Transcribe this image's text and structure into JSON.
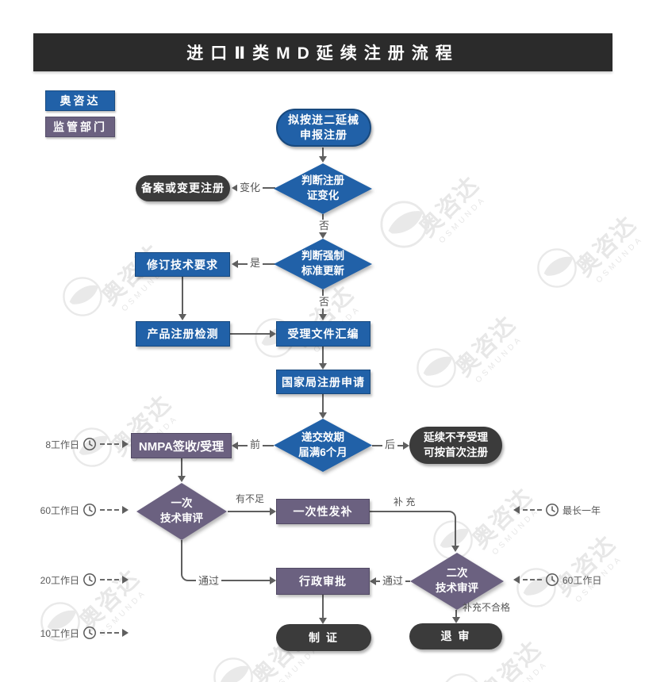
{
  "title": "进口Ⅱ类MD延续注册流程",
  "legend": {
    "osmunda": "奥咨达",
    "regulator": "监管部门"
  },
  "watermark": {
    "text": "奥咨达",
    "subtext": "OSMUNDA"
  },
  "colors": {
    "osmunda_blue": "#2161a8",
    "regulator_purple": "#6b6180",
    "terminal_dark": "#3b3b3b",
    "line_gray": "#5f5f5f",
    "titlebar_dark": "#2b2b2b"
  },
  "nodes": {
    "start": {
      "line1": "拟按进二延械",
      "line2": "申报注册"
    },
    "decide_cert_change": {
      "line1": "判断注册",
      "line2": "证变化"
    },
    "filing_or_change": {
      "label": "备案或变更注册"
    },
    "decide_standard_update": {
      "line1": "判断强制",
      "line2": "标准更新"
    },
    "revise_tech": {
      "label": "修订技术要求"
    },
    "product_test": {
      "label": "产品注册检测"
    },
    "dossier": {
      "label": "受理文件汇编"
    },
    "nmpa_apply": {
      "label": "国家局注册申请"
    },
    "decide_expiry": {
      "line1": "递交效期",
      "line2": "届满6个月"
    },
    "nmpa_accept": {
      "label": "NMPA签收/受理"
    },
    "renewal_rejected": {
      "line1": "延续不予受理",
      "line2": "可按首次注册"
    },
    "first_review": {
      "line1": "一次",
      "line2": "技术审评"
    },
    "supplement": {
      "label": "一次性发补"
    },
    "admin_approval": {
      "label": "行政审批"
    },
    "second_review": {
      "line1": "二次",
      "line2": "技术审评"
    },
    "make_cert": {
      "label": "制 证"
    },
    "reject": {
      "label": "退 审"
    }
  },
  "edge_labels": {
    "change": "变化",
    "no_after_cert": "否",
    "yes_update": "是",
    "no_after_update": "否",
    "before": "前",
    "after": "后",
    "insufficient": "有不足",
    "supplement": "补 充",
    "pass_first": "通过",
    "pass_second": "通过",
    "supplement_fail": "补充不合格"
  },
  "timings": {
    "left": [
      "8工作日",
      "60工作日",
      "20工作日",
      "10工作日"
    ],
    "right": [
      "最长一年",
      "60工作日"
    ]
  }
}
